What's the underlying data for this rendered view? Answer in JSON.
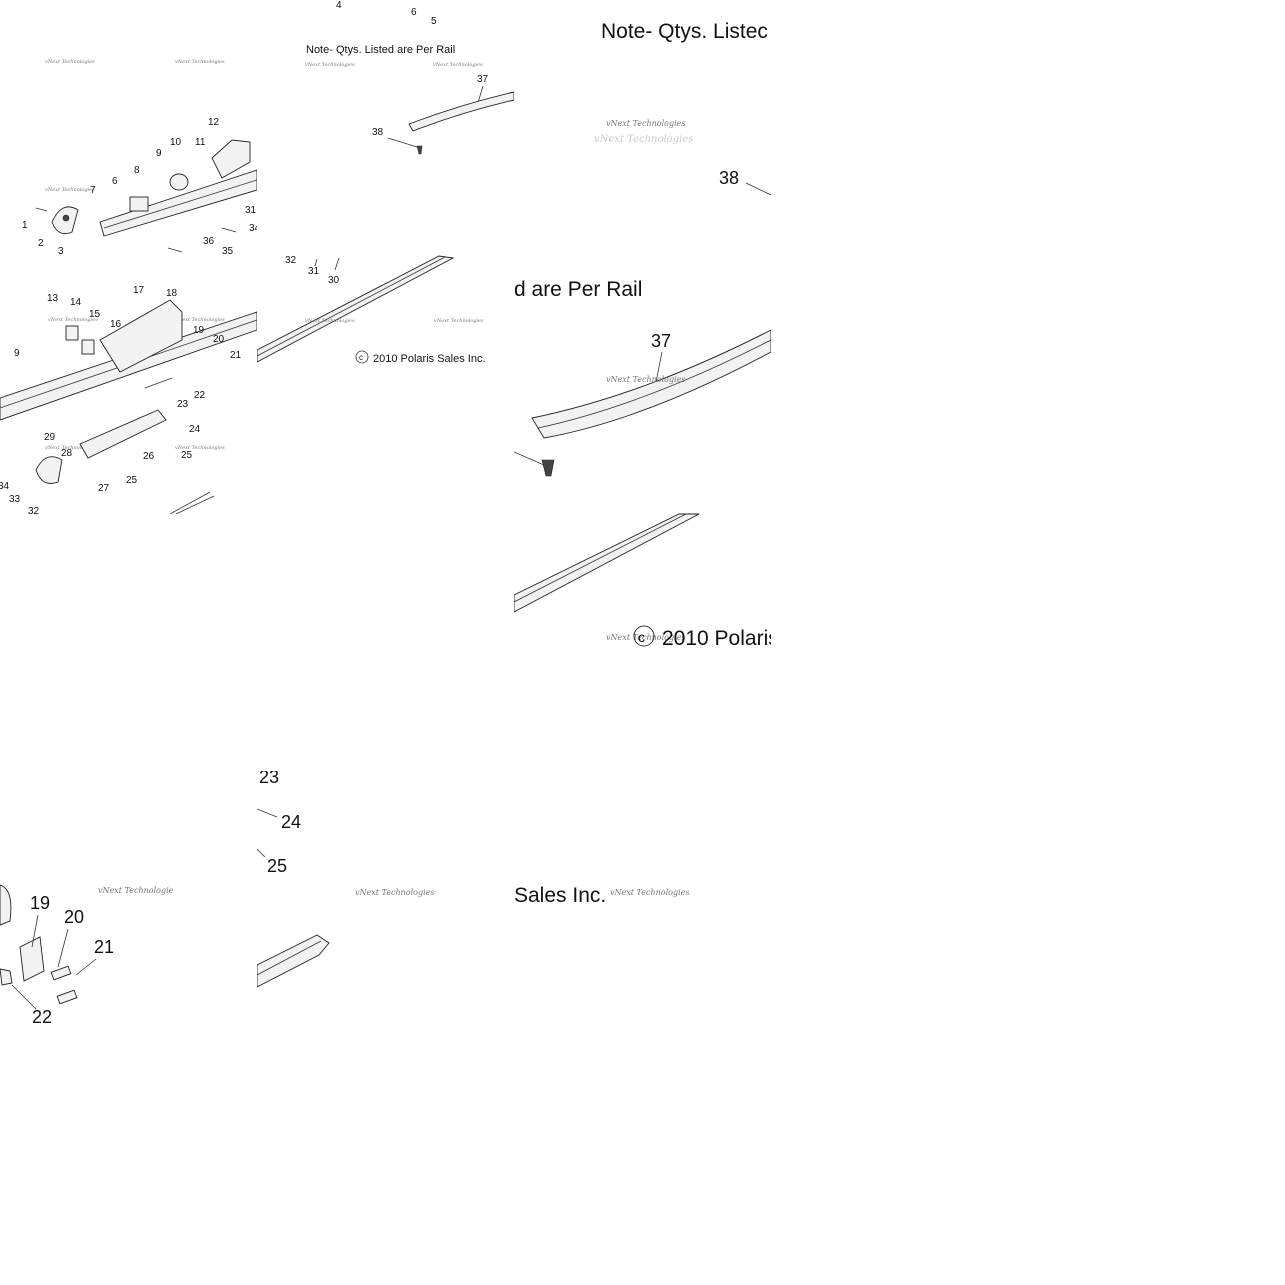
{
  "note": "Note- Qtys. Listed are Per Rail",
  "note_crop": "Note- Qtys. Listec",
  "note_tail": "d are Per Rail",
  "copyright": "2010 Polaris Sales Inc.",
  "copyright_crop": "2010 Polaris",
  "copyright_tail": "Sales Inc.",
  "copyright_symbol": "c",
  "watermark": "vNext Technologies",
  "watermark_crop": "vNext Technologie",
  "callouts_tile1": [
    "1",
    "2",
    "3",
    "6",
    "7",
    "8",
    "9",
    "10",
    "11",
    "12",
    "31",
    "34",
    "36",
    "35",
    "13",
    "14",
    "15",
    "16",
    "17",
    "18",
    "19",
    "20",
    "21",
    "9",
    "22",
    "23",
    "24",
    "29",
    "28",
    "26",
    "25",
    "25",
    "27",
    "33",
    "32",
    "34"
  ],
  "callouts_tile2": [
    "4",
    "6",
    "5",
    "37",
    "38",
    "32",
    "31",
    "30"
  ],
  "callouts_tile3": [
    "37",
    "38"
  ],
  "callouts_tile4": [
    "19",
    "20",
    "21",
    "22"
  ],
  "callouts_tile5": [
    "23",
    "24",
    "25"
  ]
}
